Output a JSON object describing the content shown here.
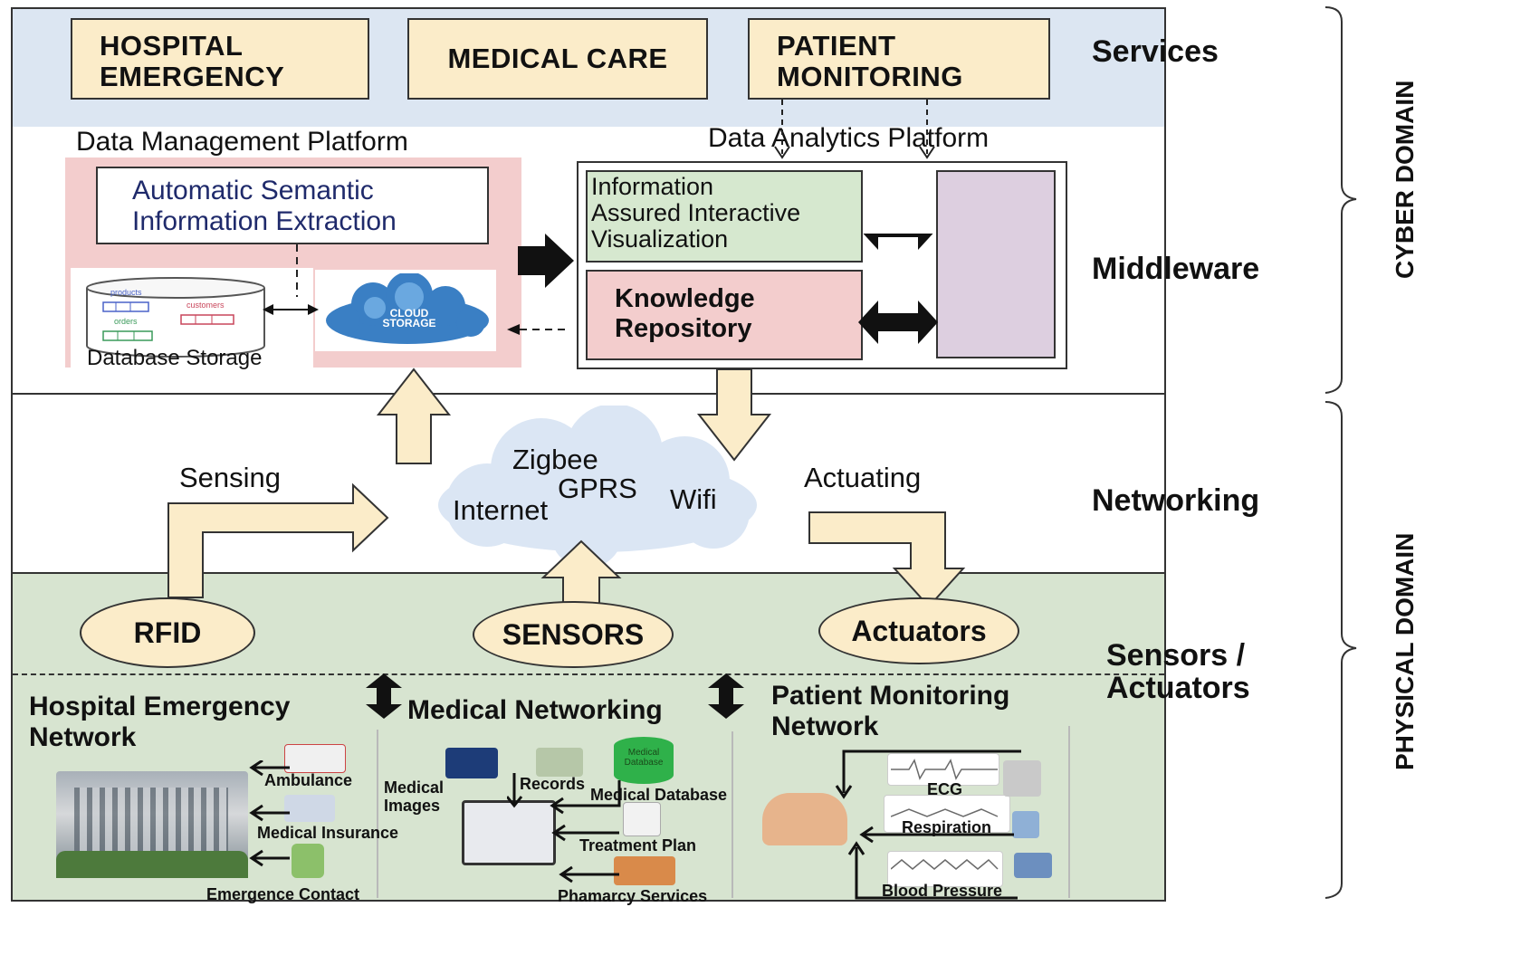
{
  "layers": {
    "services": "Services",
    "middleware": "Middleware",
    "networking": "Networking",
    "sensors_actuators": [
      "Sensors /",
      "Actuators"
    ]
  },
  "domains": {
    "cyber": "CYBER DOMAIN",
    "physical": "PHYSICAL DOMAIN"
  },
  "services": [
    {
      "lines": [
        "HOSPITAL",
        "EMERGENCY"
      ]
    },
    {
      "lines": [
        "MEDICAL CARE"
      ]
    },
    {
      "lines": [
        "PATIENT",
        "MONITORING"
      ]
    }
  ],
  "middleware": {
    "data_management_platform": "Data Management Platform",
    "data_analytics_platform": "Data Analytics Platform",
    "semantic_extraction": [
      "Automatic Semantic",
      "Information Extraction"
    ],
    "database_storage": "Database Storage",
    "db_tables": [
      "products",
      "customers",
      "orders"
    ],
    "cloud_storage": [
      "CLOUD",
      "STORAGE"
    ],
    "info_visualization": [
      "Information",
      "Assured Interactive",
      "Visualization"
    ],
    "knowledge_repository": [
      "Knowledge",
      "Repository"
    ]
  },
  "networking": {
    "sensing": "Sensing",
    "actuating": "Actuating",
    "cloud_words": [
      "Zigbee",
      "GPRS",
      "Internet",
      "Wifi"
    ]
  },
  "devices": [
    "RFID",
    "SENSORS",
    "Actuators"
  ],
  "networks": {
    "hospital_emergency": {
      "title": [
        "Hospital Emergency",
        "Network"
      ],
      "items": [
        "Ambulance",
        "Medical Insurance",
        "Emergence Contact"
      ]
    },
    "medical_networking": {
      "title": "Medical Networking",
      "items": [
        "Medical Images",
        "Records",
        "Medical Database",
        "Treatment Plan",
        "Phamarcy Services"
      ],
      "db_icon_label": [
        "Medical",
        "Database"
      ]
    },
    "patient_monitoring": {
      "title": [
        "Patient Monitoring",
        "Network"
      ],
      "items": [
        "ECG",
        "Respiration",
        "Blood Pressure"
      ]
    }
  },
  "colors": {
    "services_band": "#dce6f2",
    "sensors_band": "#d7e4d0",
    "box_fill": "#fbecc9",
    "pink_panel": "#f3cdcd",
    "green_box": "#d6e8cf",
    "lavender": "#ddcfe0",
    "cloud": "#dbe6f4"
  }
}
